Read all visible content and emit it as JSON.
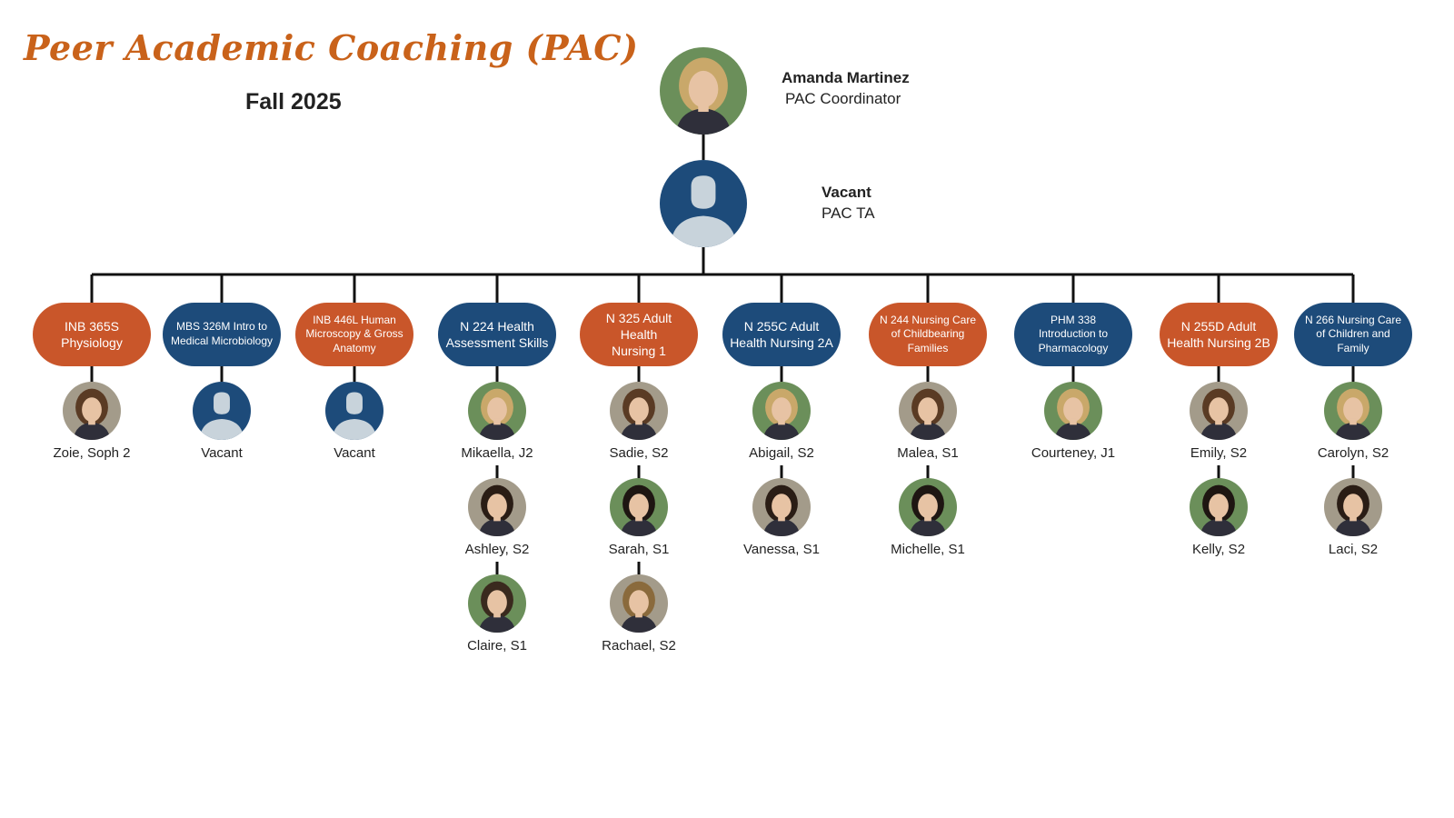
{
  "header": {
    "title": "Peer Academic Coaching (PAC)",
    "subtitle": "Fall 2025"
  },
  "colors": {
    "orange": "#c9562a",
    "blue": "#1d4b7a",
    "title": "#c9621a",
    "line": "#111111"
  },
  "coordinator": {
    "name": "Amanda Martinez",
    "role": "PAC Coordinator"
  },
  "ta": {
    "name": "Vacant",
    "role": "PAC TA"
  },
  "courses": [
    {
      "label": "INB 365S\nPhysiology",
      "color": "orange",
      "coaches": [
        "Zoie, Soph 2"
      ]
    },
    {
      "label": "MBS 326M Intro to\nMedical Microbiology",
      "color": "blue",
      "coaches": [
        "Vacant"
      ]
    },
    {
      "label": "INB 446L Human\nMicroscopy & Gross\nAnatomy",
      "color": "orange",
      "coaches": [
        "Vacant"
      ]
    },
    {
      "label": "N 224 Health\nAssessment Skills",
      "color": "blue",
      "coaches": [
        "Mikaella, J2",
        "Ashley, S2",
        "Claire, S1"
      ]
    },
    {
      "label": "N 325 Adult Health\nNursing 1",
      "color": "orange",
      "coaches": [
        "Sadie, S2",
        "Sarah, S1",
        "Rachael, S2"
      ]
    },
    {
      "label": "N 255C Adult\nHealth Nursing 2A",
      "color": "blue",
      "coaches": [
        "Abigail, S2",
        "Vanessa, S1"
      ]
    },
    {
      "label": "N 244 Nursing Care\nof Childbearing\nFamilies",
      "color": "orange",
      "coaches": [
        "Malea, S1",
        "Michelle, S1"
      ]
    },
    {
      "label": "PHM 338\nIntroduction to\nPharmacology",
      "color": "blue",
      "coaches": [
        "Courteney, J1"
      ]
    },
    {
      "label": "N 255D Adult\nHealth Nursing 2B",
      "color": "orange",
      "coaches": [
        "Emily, S2",
        "Kelly, S2"
      ]
    },
    {
      "label": "N 266 Nursing Care\nof Children and\nFamily",
      "color": "blue",
      "coaches": [
        "Carolyn, S2",
        "Laci, S2"
      ]
    }
  ]
}
